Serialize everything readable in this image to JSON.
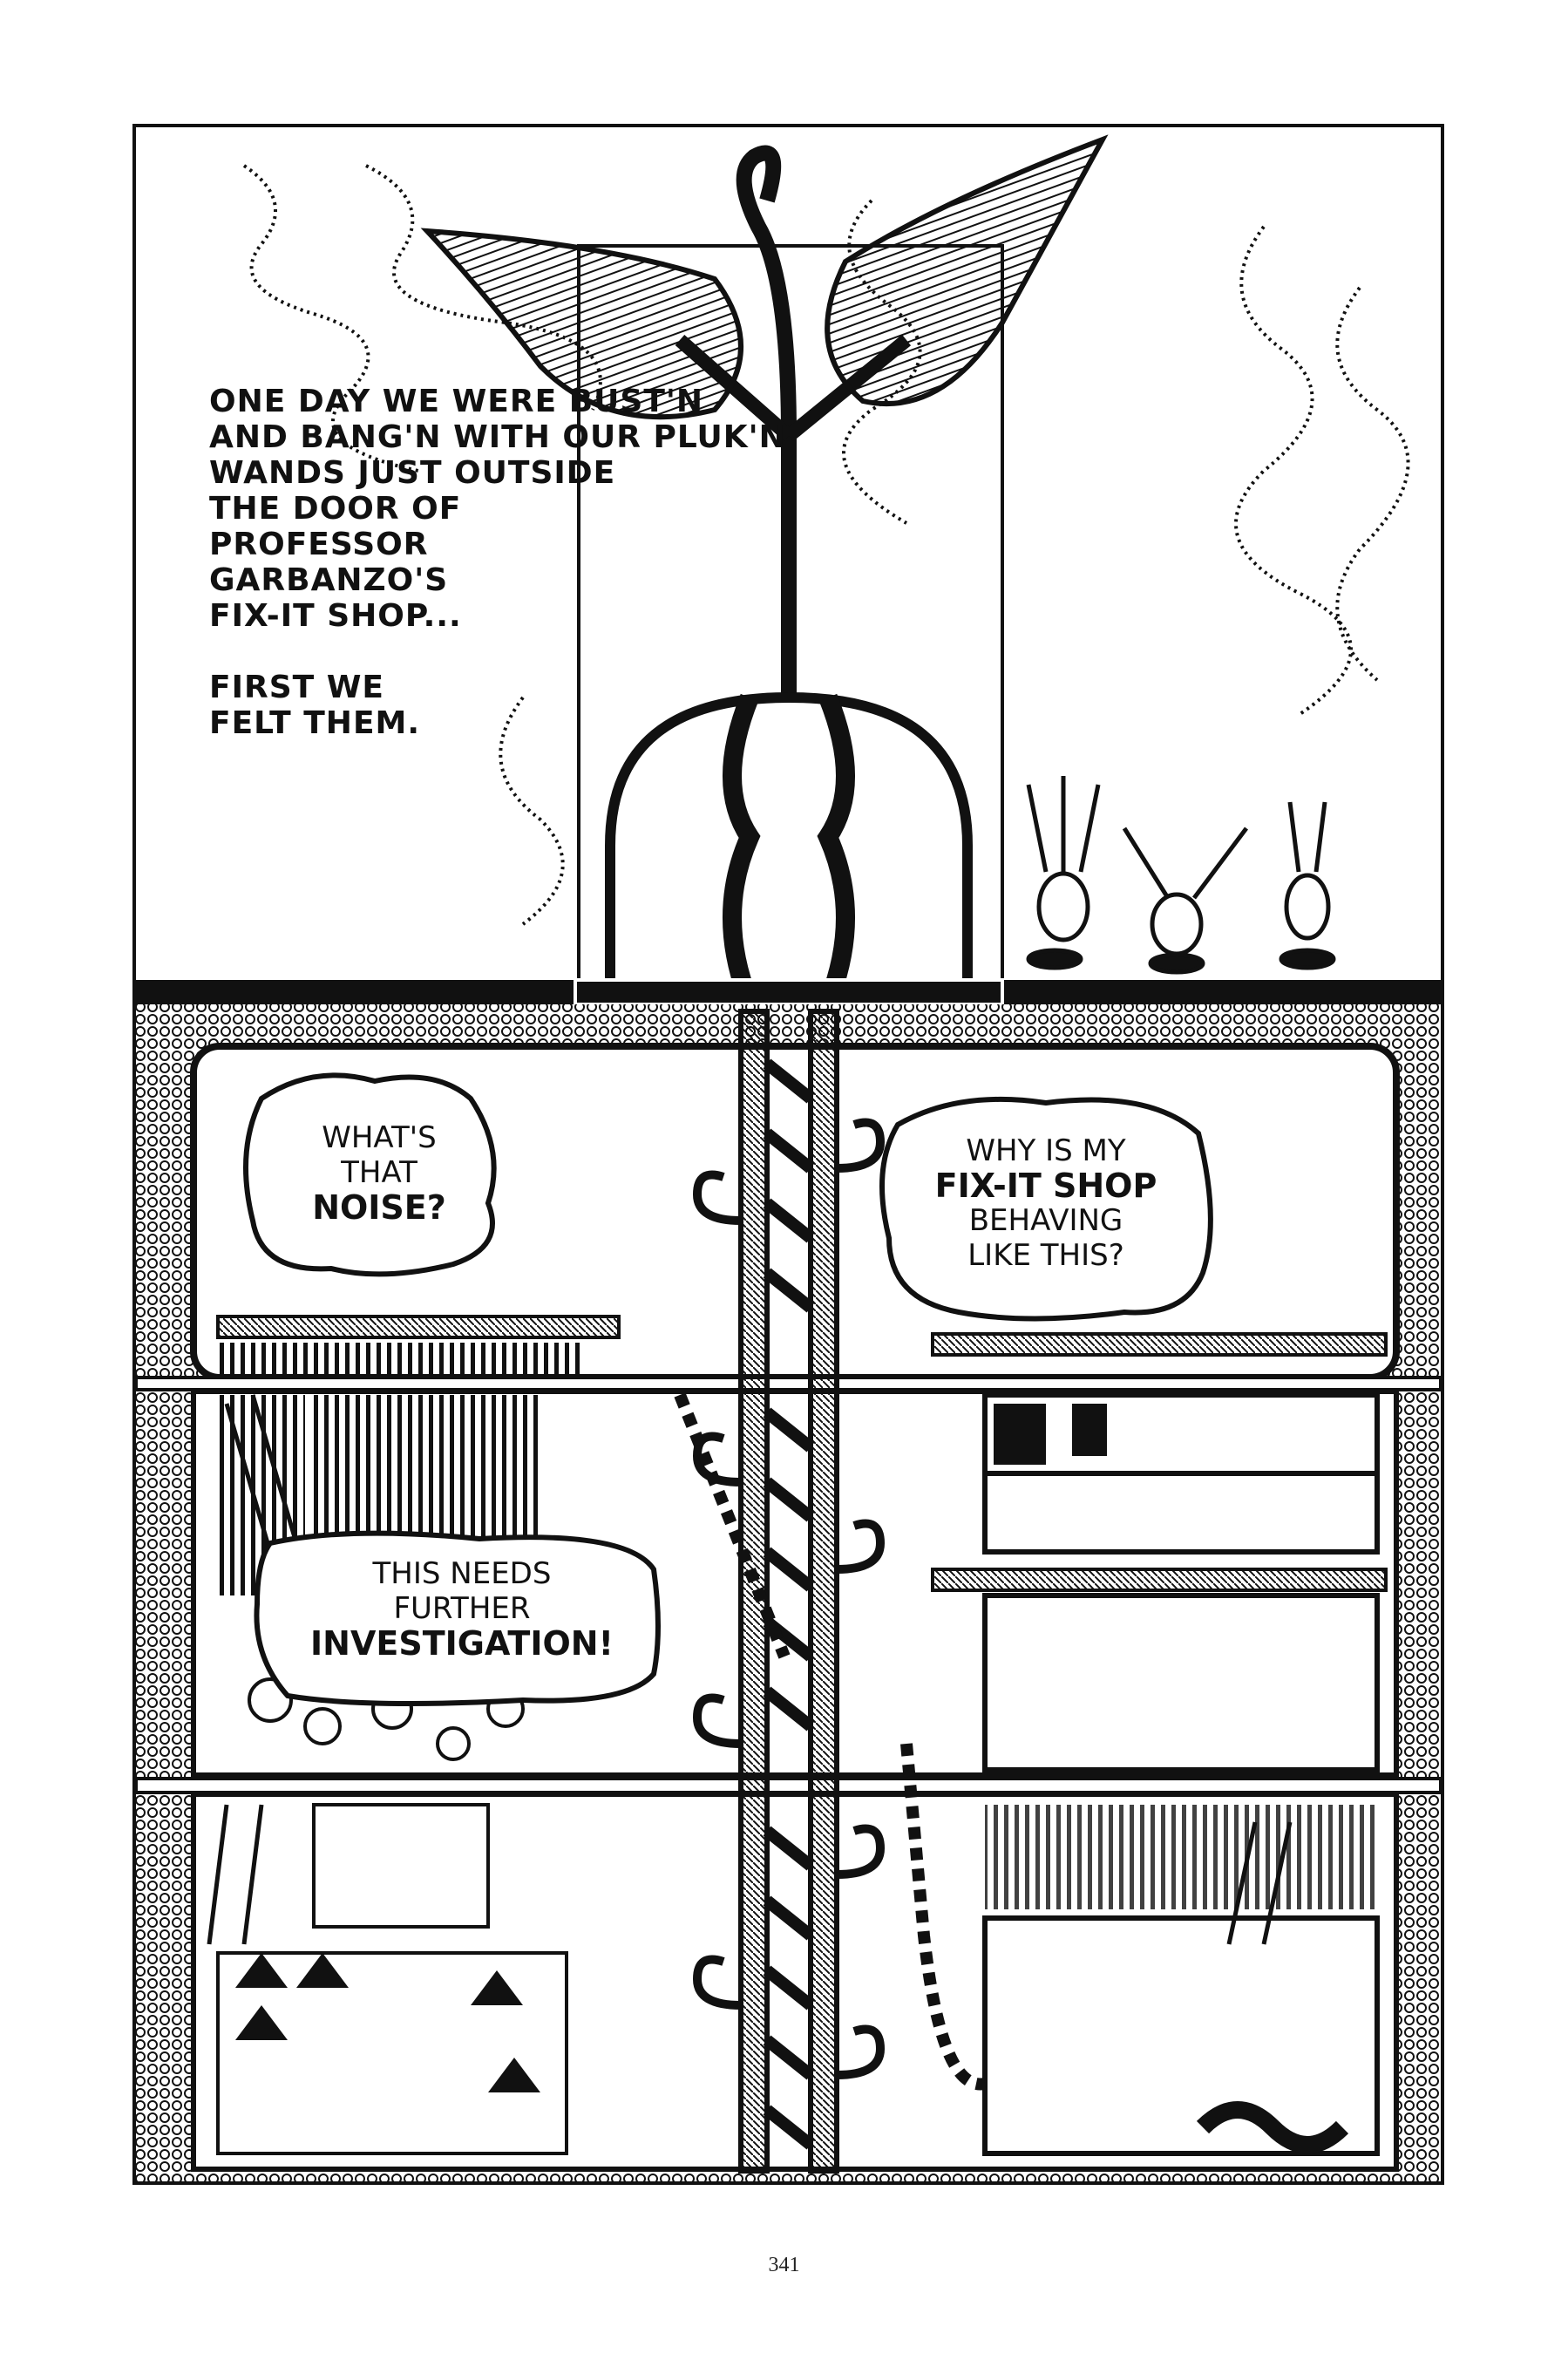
{
  "narration": {
    "lines": [
      "ONE DAY WE WERE BUST'N",
      "AND BANG'N WITH OUR PLUK'N",
      "WANDS JUST OUTSIDE",
      "THE DOOR OF",
      "PROFESSOR",
      "GARBANZO'S",
      "FIX-IT SHOP..."
    ],
    "lines2": [
      "FIRST WE",
      "FELT THEM."
    ]
  },
  "bubbles": {
    "noise": {
      "l1": "WHAT'S",
      "l2": "THAT",
      "l3": "NOISE?"
    },
    "fixit": {
      "l1": "WHY IS MY",
      "l2": "FIX-IT SHOP",
      "l3": "BEHAVING",
      "l4": "LIKE THIS?"
    },
    "investigate": {
      "l1": "THIS NEEDS",
      "l2": "FURTHER",
      "l3": "INVESTIGATION!"
    }
  },
  "page_number": "341",
  "colors": {
    "ink": "#111111",
    "paper": "#ffffff"
  }
}
